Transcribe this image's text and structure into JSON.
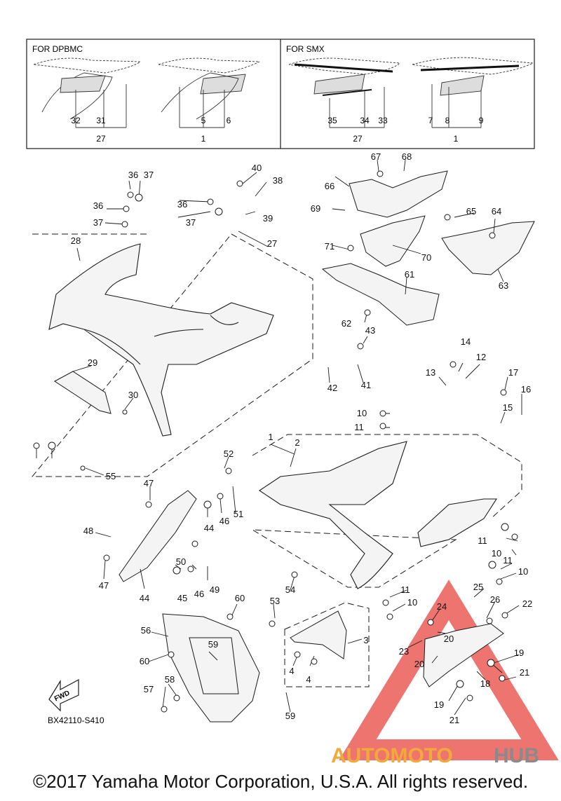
{
  "inset_left": {
    "title": "FOR DPBMC",
    "labels": [
      "32",
      "31",
      "27",
      "5",
      "6",
      "1"
    ]
  },
  "inset_right": {
    "title": "FOR SMX",
    "labels": [
      "35",
      "34",
      "33",
      "27",
      "7",
      "8",
      "9",
      "1"
    ]
  },
  "part_labels": [
    "1",
    "2",
    "3",
    "4",
    "4",
    "10",
    "10",
    "10",
    "10",
    "11",
    "11",
    "11",
    "11",
    "12",
    "13",
    "14",
    "15",
    "16",
    "17",
    "18",
    "19",
    "19",
    "20",
    "20",
    "21",
    "21",
    "22",
    "23",
    "24",
    "25",
    "26",
    "27",
    "28",
    "29",
    "30",
    "36",
    "36",
    "36",
    "37",
    "37",
    "37",
    "38",
    "39",
    "40",
    "41",
    "42",
    "43",
    "44",
    "44",
    "45",
    "46",
    "46",
    "47",
    "47",
    "48",
    "49",
    "50",
    "51",
    "52",
    "53",
    "54",
    "55",
    "56",
    "57",
    "58",
    "59",
    "59",
    "60",
    "60",
    "61",
    "62",
    "63",
    "64",
    "65",
    "66",
    "67",
    "68",
    "69",
    "70",
    "71"
  ],
  "diagram_code": "BX42110-S410",
  "fwd_label": "FWD",
  "watermark": {
    "part1": "AUTOMOTO",
    "part2": "HUB"
  },
  "copyright": "©2017 Yamaha Motor Corporation, U.S.A. All rights reserved.",
  "colors": {
    "watermark_red": "#e8473f",
    "watermark_orange": "#f2a93b",
    "watermark_gray": "#8a8a8a",
    "line": "#1a1a1a"
  }
}
